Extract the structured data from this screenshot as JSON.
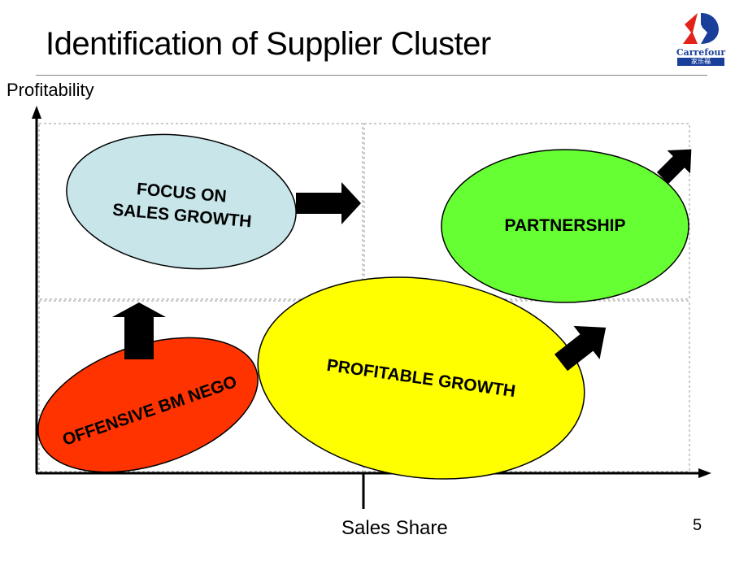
{
  "slide": {
    "title": "Identification of Supplier Cluster",
    "page_number": "5"
  },
  "logo": {
    "brand": "Carrefour",
    "subtitle": "家乐福",
    "colors": {
      "red": "#e2231a",
      "blue": "#1a3f9a"
    }
  },
  "axes": {
    "y_label": "Profitability",
    "x_label": "Sales Share"
  },
  "clusters": {
    "focus": {
      "lines": [
        "FOCUS ON",
        "SALES GROWTH"
      ],
      "color": "#c8e6ea"
    },
    "partnership": {
      "label": "PARTNERSHIP",
      "color": "#66ff33"
    },
    "profitable": {
      "label": "PROFITABLE GROWTH",
      "color": "#ffff00"
    },
    "offensive": {
      "label": "OFFENSIVE BM NEGO",
      "color": "#ff3300"
    }
  },
  "colors": {
    "arrow": "#000000",
    "grid_line": "#999999"
  }
}
